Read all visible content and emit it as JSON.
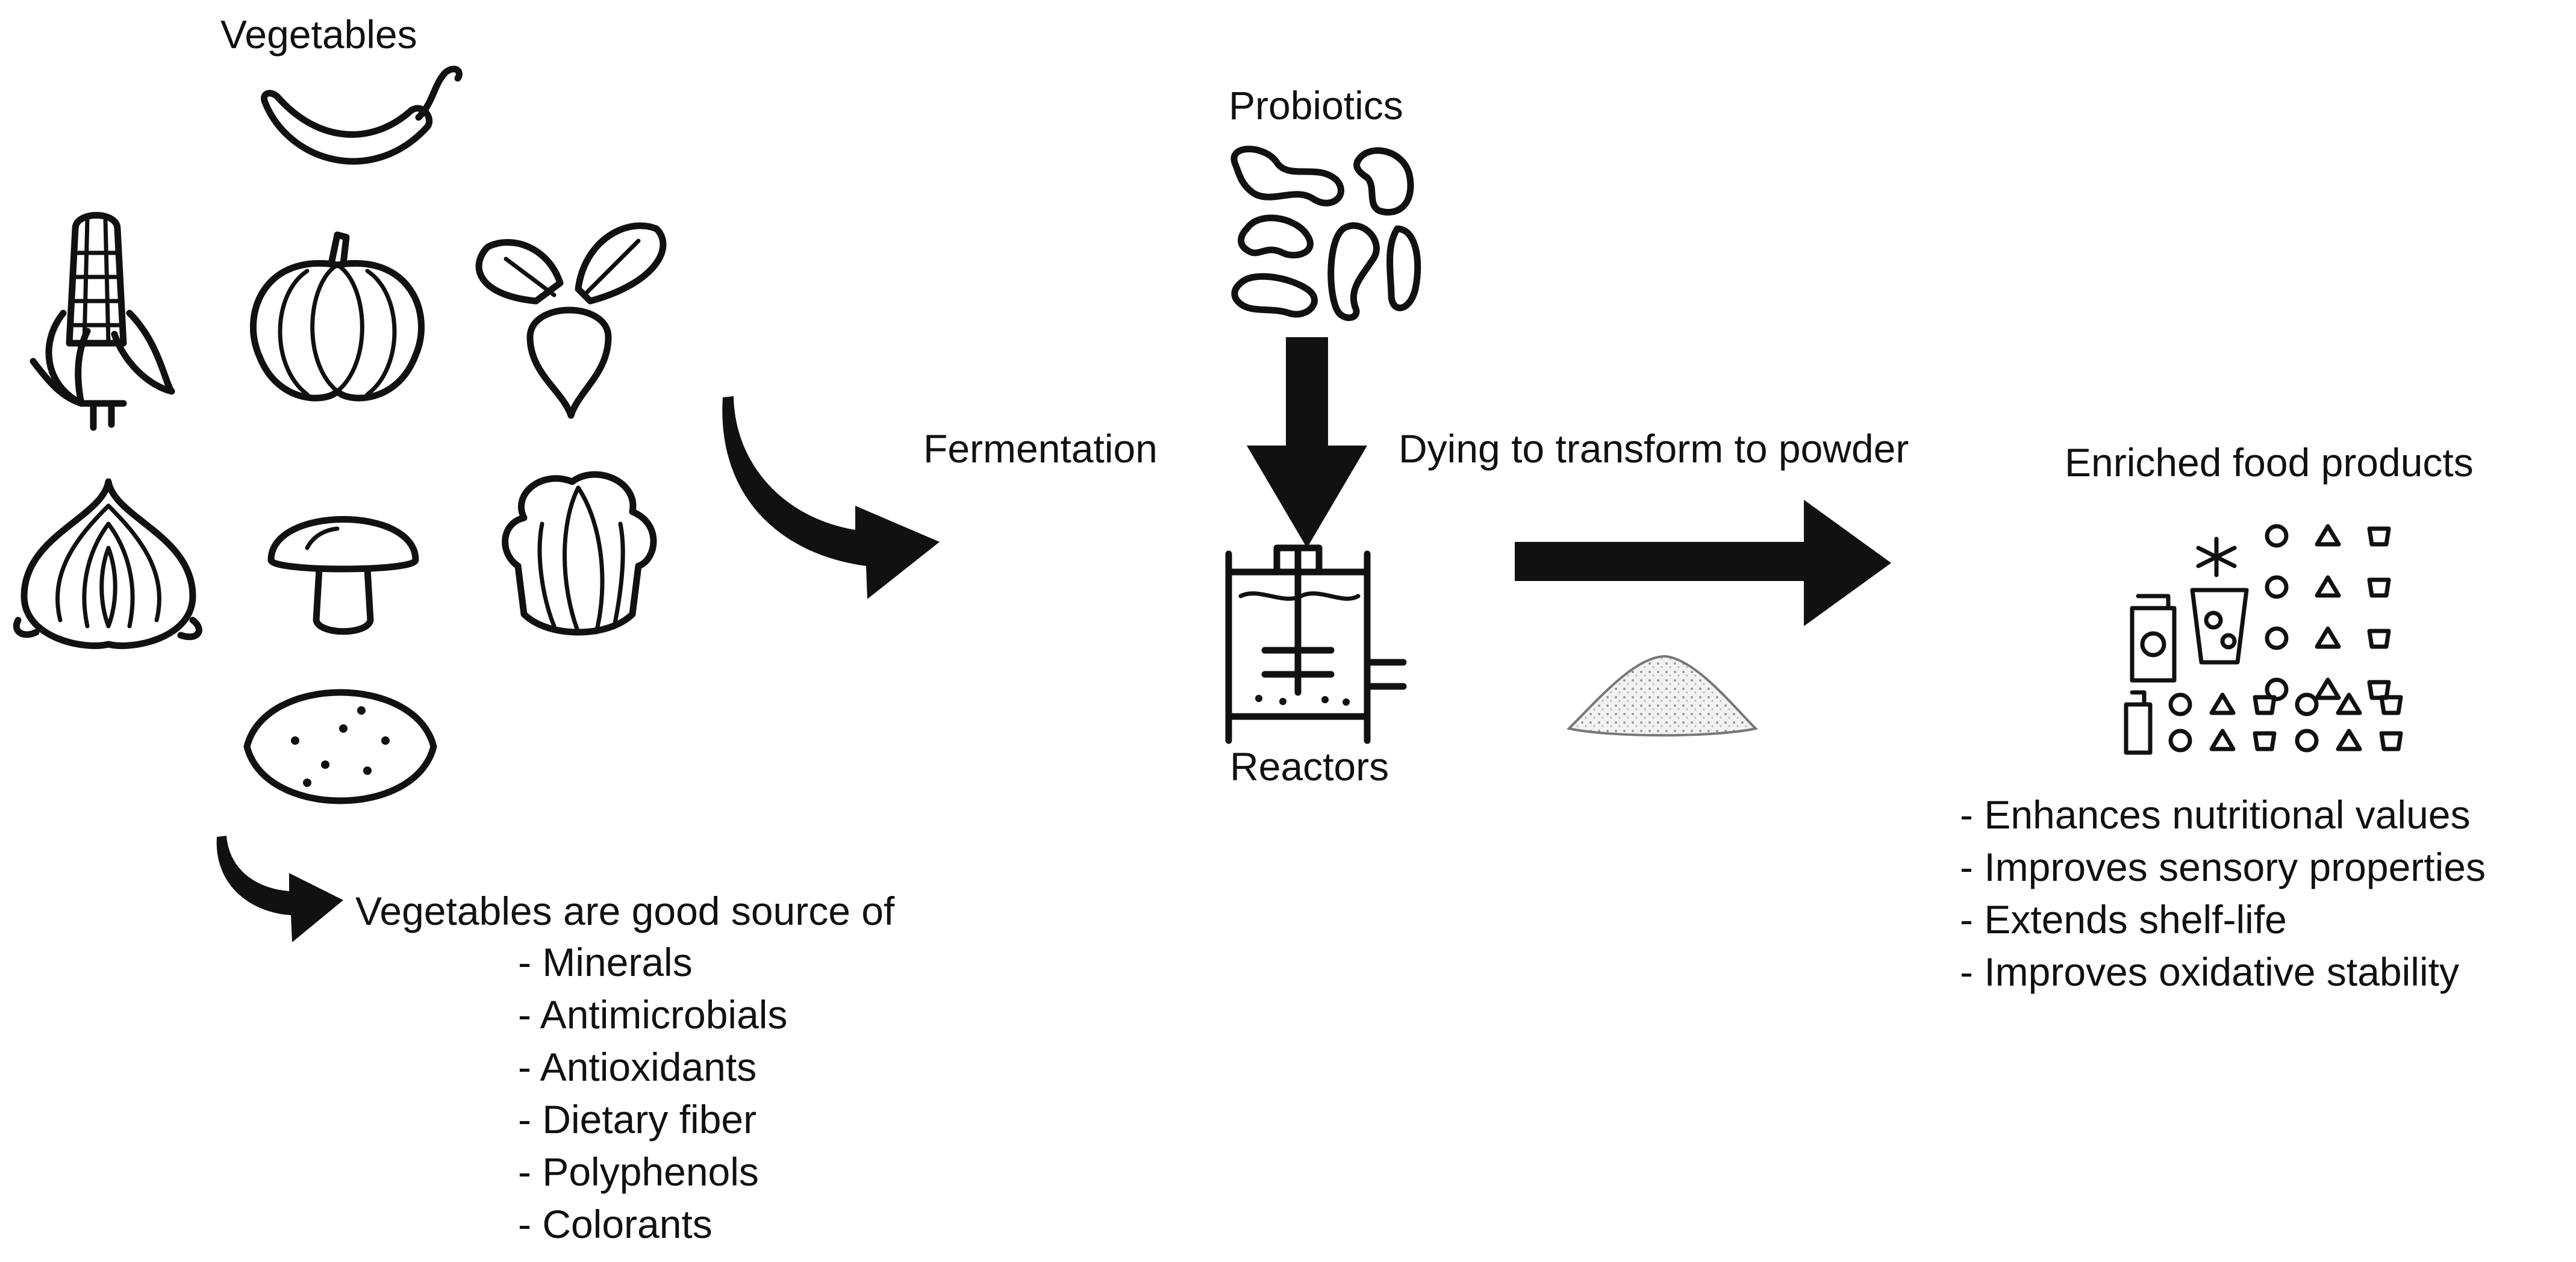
{
  "labels": {
    "vegetables": "Vegetables",
    "probiotics": "Probiotics",
    "fermentation": "Fermentation",
    "drying": "Dying to transform to powder",
    "reactors": "Reactors",
    "enriched": "Enriched food products",
    "source_heading": "Vegetables are good source of"
  },
  "sources": [
    "- Minerals",
    "- Antimicrobials",
    "- Antioxidants",
    "- Dietary fiber",
    "- Polyphenols",
    "- Colorants"
  ],
  "benefits": [
    "- Enhances nutritional values",
    "- Improves sensory properties",
    "- Extends shelf-life",
    "- Improves  oxidative stability"
  ],
  "icons": {
    "vegetables": [
      "chili-pepper-icon",
      "corn-icon",
      "pumpkin-icon",
      "beet-icon",
      "onion-icon",
      "mushroom-icon",
      "cabbage-icon",
      "lemon-icon"
    ],
    "process": [
      "probiotic-bacteria-icon",
      "reactor-icon",
      "powder-pile-icon",
      "food-products-icon"
    ]
  }
}
